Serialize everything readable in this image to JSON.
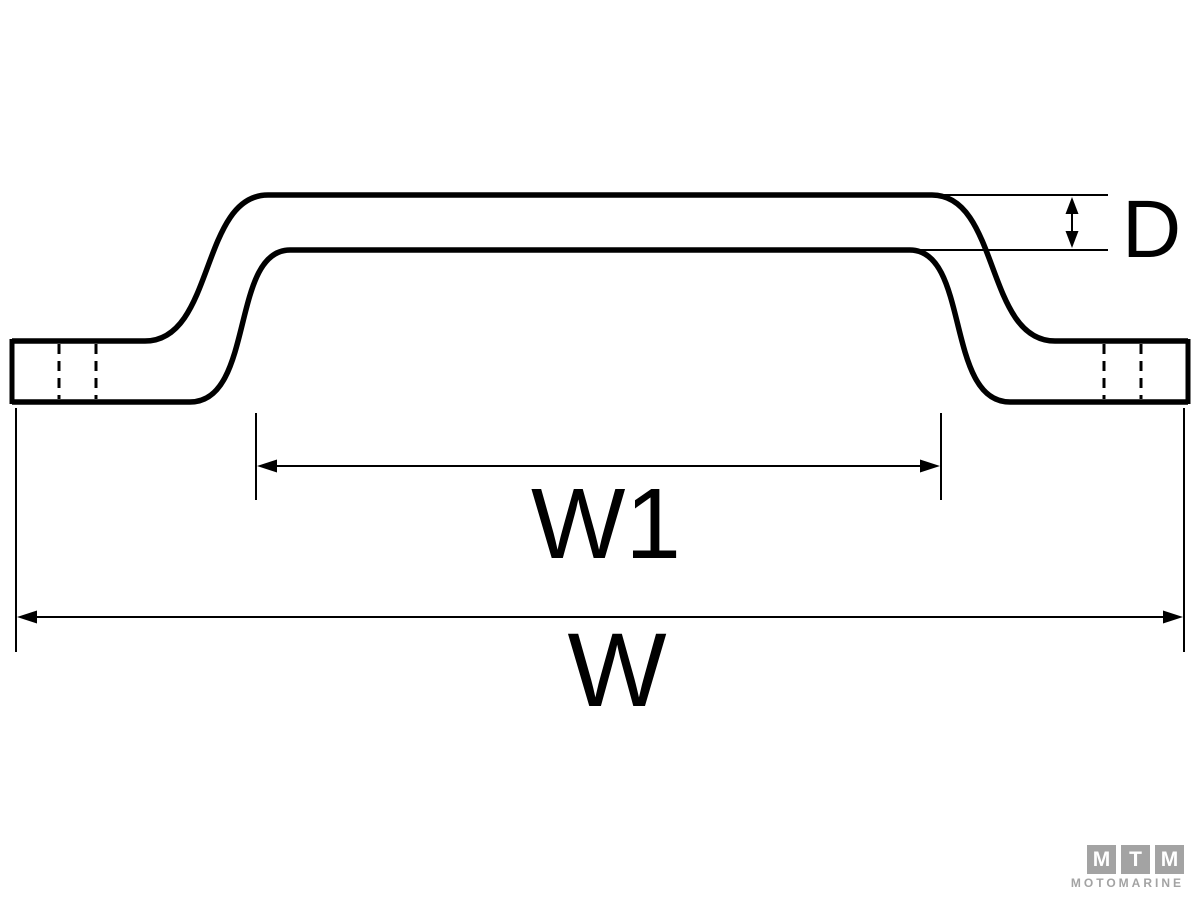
{
  "labels": {
    "d": "D",
    "w1": "W1",
    "w": "W"
  },
  "colors": {
    "line": "#000000",
    "background": "#ffffff",
    "logo_gray": "#a3a3a3"
  },
  "logo": {
    "letters": [
      "M",
      "T",
      "M"
    ],
    "subtitle": "MOTOMARINE"
  }
}
